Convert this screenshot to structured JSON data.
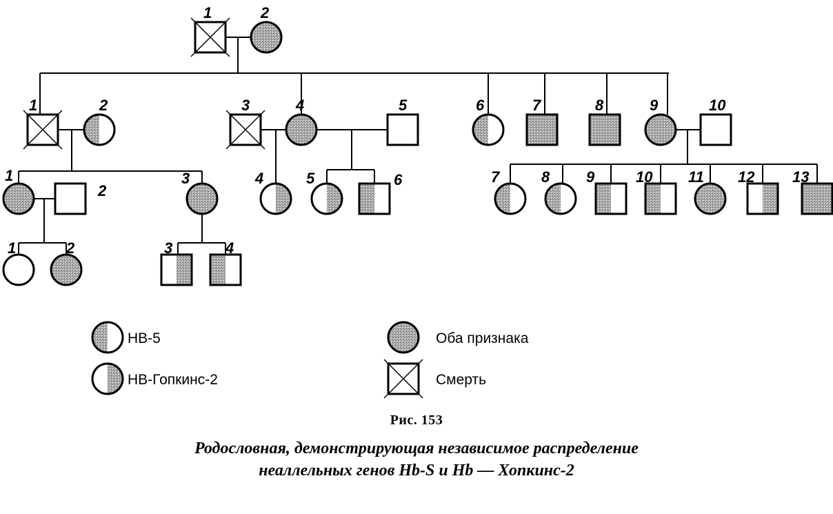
{
  "colors": {
    "ink": "#000000",
    "shade": "#9a9a9a",
    "paper": "#ffffff"
  },
  "legend": [
    {
      "symbol": "circle",
      "shading": "left",
      "label": "НВ-5"
    },
    {
      "symbol": "circle",
      "shading": "right",
      "label": "НВ-Гопкинс-2"
    },
    {
      "symbol": "circle",
      "shading": "full",
      "label": "Оба признака"
    },
    {
      "symbol": "square",
      "shading": "none",
      "deceased": true,
      "label": "Смерть"
    }
  ],
  "caption": {
    "figure_label": "Рис. 153",
    "title_line1": "Родословная, демонстрирующая независимое распределение",
    "title_line2": "неаллельных генов Hb-S и Hb — Хопкинс-2"
  },
  "pedigree": {
    "generations": [
      {
        "generation": "I",
        "individuals": [
          {
            "id": "I-1",
            "label": "1",
            "sex": "male",
            "shading": "none",
            "deceased": true
          },
          {
            "id": "I-2",
            "label": "2",
            "sex": "female",
            "shading": "full"
          }
        ]
      },
      {
        "generation": "II",
        "individuals": [
          {
            "id": "II-1",
            "label": "1",
            "sex": "male",
            "shading": "none",
            "deceased": true
          },
          {
            "id": "II-2",
            "label": "2",
            "sex": "female",
            "shading": "left"
          },
          {
            "id": "II-3",
            "label": "3",
            "sex": "male",
            "shading": "none",
            "deceased": true
          },
          {
            "id": "II-4",
            "label": "4",
            "sex": "female",
            "shading": "full"
          },
          {
            "id": "II-5",
            "label": "5",
            "sex": "male",
            "shading": "none"
          },
          {
            "id": "II-6",
            "label": "6",
            "sex": "female",
            "shading": "left"
          },
          {
            "id": "II-7",
            "label": "7",
            "sex": "male",
            "shading": "full"
          },
          {
            "id": "II-8",
            "label": "8",
            "sex": "male",
            "shading": "full"
          },
          {
            "id": "II-9",
            "label": "9",
            "sex": "female",
            "shading": "full"
          },
          {
            "id": "II-10",
            "label": "10",
            "sex": "male",
            "shading": "none"
          }
        ]
      },
      {
        "generation": "III",
        "individuals": [
          {
            "id": "III-1",
            "label": "1",
            "sex": "female",
            "shading": "full"
          },
          {
            "id": "III-2",
            "label": "2",
            "sex": "male",
            "shading": "none"
          },
          {
            "id": "III-3",
            "label": "3",
            "sex": "female",
            "shading": "full"
          },
          {
            "id": "III-4",
            "label": "4",
            "sex": "female",
            "shading": "right"
          },
          {
            "id": "III-5",
            "label": "5",
            "sex": "female",
            "shading": "right"
          },
          {
            "id": "III-6",
            "label": "6",
            "sex": "male",
            "shading": "left"
          },
          {
            "id": "III-7",
            "label": "7",
            "sex": "female",
            "shading": "left"
          },
          {
            "id": "III-8",
            "label": "8",
            "sex": "female",
            "shading": "left"
          },
          {
            "id": "III-9",
            "label": "9",
            "sex": "male",
            "shading": "left"
          },
          {
            "id": "III-10",
            "label": "10",
            "sex": "male",
            "shading": "left"
          },
          {
            "id": "III-11",
            "label": "11",
            "sex": "female",
            "shading": "full"
          },
          {
            "id": "III-12",
            "label": "12",
            "sex": "male",
            "shading": "right"
          },
          {
            "id": "III-13",
            "label": "13",
            "sex": "male",
            "shading": "full"
          }
        ]
      },
      {
        "generation": "IV",
        "individuals": [
          {
            "id": "IV-1",
            "label": "1",
            "sex": "female",
            "shading": "none"
          },
          {
            "id": "IV-2",
            "label": "2",
            "sex": "female",
            "shading": "full"
          },
          {
            "id": "IV-3",
            "label": "3",
            "sex": "male",
            "shading": "right"
          },
          {
            "id": "IV-4",
            "label": "4",
            "sex": "male",
            "shading": "left"
          }
        ]
      }
    ],
    "matings": [
      {
        "partners": [
          "I-1",
          "I-2"
        ],
        "children": [
          "II-1",
          "II-4",
          "II-6",
          "II-7",
          "II-8",
          "II-9"
        ]
      },
      {
        "partners": [
          "II-1",
          "II-2"
        ],
        "children": [
          "III-1",
          "III-3"
        ]
      },
      {
        "partners": [
          "II-3",
          "II-4"
        ],
        "children": [
          "III-4"
        ]
      },
      {
        "partners": [
          "II-4",
          "II-5"
        ],
        "children": [
          "III-5",
          "III-6"
        ]
      },
      {
        "partners": [
          "II-9",
          "II-10"
        ],
        "children": [
          "III-7",
          "III-8",
          "III-9",
          "III-10",
          "III-11",
          "III-12",
          "III-13"
        ]
      },
      {
        "partners": [
          "III-1",
          "III-2"
        ],
        "children": [
          "IV-1",
          "IV-2"
        ]
      },
      {
        "partners": [
          "III-3"
        ],
        "children": [
          "IV-3",
          "IV-4"
        ]
      }
    ]
  }
}
